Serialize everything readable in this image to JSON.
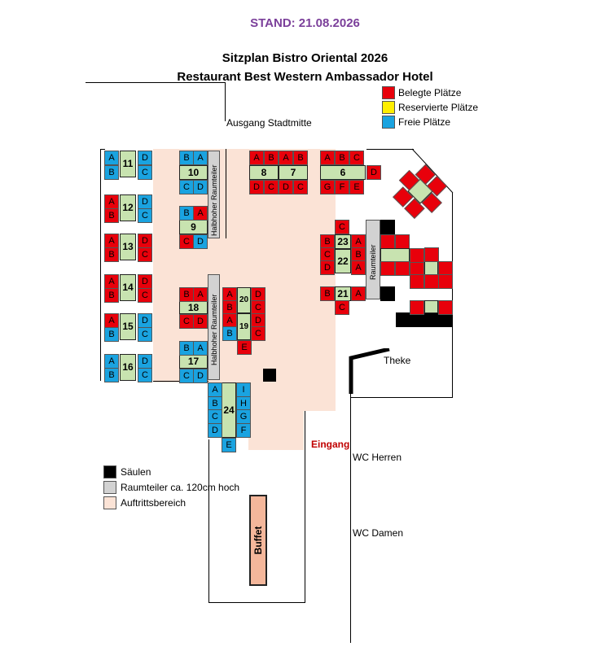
{
  "header": {
    "stand": "STAND: 21.08.2026",
    "title_line1": "Sitzplan Bistro Oriental 2026",
    "title_line2": "Restaurant Best Western Ambassador Hotel"
  },
  "legend_top": [
    {
      "label": "Belegte Plätze",
      "color": "#e8000b"
    },
    {
      "label": "Reservierte Plätze",
      "color": "#ffee00"
    },
    {
      "label": "Freie Plätze",
      "color": "#1aa3e0"
    }
  ],
  "legend_bottom": [
    {
      "label": "Säulen",
      "color": "#000000"
    },
    {
      "label": "Raumteiler ca. 120cm hoch",
      "color": "#d2d2d2"
    },
    {
      "label": "Auftrittsbereich",
      "color": "#fbe3d6"
    }
  ],
  "labels": {
    "ausgang": "Ausgang Stadtmitte",
    "theke": "Theke",
    "eingang": "Eingang",
    "wc_herren": "WC Herren",
    "wc_damen": "WC Damen",
    "buffet": "Buffet",
    "raumteiler": "Raumteiler",
    "halbhoher_1": "Halbhoher Raumteiler",
    "halbhoher_2": "Halbhoher Raumteiler"
  },
  "tables": {
    "t11": {
      "number": "11",
      "seats": [
        {
          "l": "A",
          "s": "blue"
        },
        {
          "l": "B",
          "s": "blue"
        },
        {
          "l": "D",
          "s": "blue"
        },
        {
          "l": "C",
          "s": "blue"
        }
      ]
    },
    "t12": {
      "number": "12",
      "seats": [
        {
          "l": "A",
          "s": "red"
        },
        {
          "l": "B",
          "s": "red"
        },
        {
          "l": "D",
          "s": "blue"
        },
        {
          "l": "C",
          "s": "blue"
        }
      ]
    },
    "t13": {
      "number": "13",
      "seats": [
        {
          "l": "A",
          "s": "red"
        },
        {
          "l": "B",
          "s": "red"
        },
        {
          "l": "D",
          "s": "red"
        },
        {
          "l": "C",
          "s": "red"
        }
      ]
    },
    "t14": {
      "number": "14",
      "seats": [
        {
          "l": "A",
          "s": "red"
        },
        {
          "l": "B",
          "s": "red"
        },
        {
          "l": "D",
          "s": "red"
        },
        {
          "l": "C",
          "s": "red"
        }
      ]
    },
    "t15": {
      "number": "15",
      "seats": [
        {
          "l": "A",
          "s": "red"
        },
        {
          "l": "B",
          "s": "blue"
        },
        {
          "l": "D",
          "s": "blue"
        },
        {
          "l": "C",
          "s": "blue"
        }
      ]
    },
    "t16": {
      "number": "16",
      "seats": [
        {
          "l": "A",
          "s": "blue"
        },
        {
          "l": "B",
          "s": "blue"
        },
        {
          "l": "D",
          "s": "blue"
        },
        {
          "l": "C",
          "s": "blue"
        }
      ]
    },
    "t10": {
      "number": "10",
      "seats": [
        {
          "l": "B",
          "s": "blue"
        },
        {
          "l": "A",
          "s": "blue"
        },
        {
          "l": "C",
          "s": "blue"
        },
        {
          "l": "D",
          "s": "blue"
        }
      ]
    },
    "t9": {
      "number": "9",
      "seats": [
        {
          "l": "B",
          "s": "blue"
        },
        {
          "l": "A",
          "s": "red"
        },
        {
          "l": "C",
          "s": "red"
        },
        {
          "l": "D",
          "s": "blue"
        }
      ]
    },
    "t18": {
      "number": "18",
      "seats": [
        {
          "l": "B",
          "s": "red"
        },
        {
          "l": "A",
          "s": "red"
        },
        {
          "l": "C",
          "s": "red"
        },
        {
          "l": "D",
          "s": "red"
        }
      ]
    },
    "t17": {
      "number": "17",
      "seats": [
        {
          "l": "B",
          "s": "blue"
        },
        {
          "l": "A",
          "s": "blue"
        },
        {
          "l": "C",
          "s": "blue"
        },
        {
          "l": "D",
          "s": "blue"
        }
      ]
    },
    "t8": {
      "number": "8",
      "seats": [
        {
          "l": "A",
          "s": "red"
        },
        {
          "l": "B",
          "s": "red"
        },
        {
          "l": "D",
          "s": "red"
        },
        {
          "l": "C",
          "s": "red"
        }
      ]
    },
    "t7": {
      "number": "7",
      "seats": [
        {
          "l": "A",
          "s": "red"
        },
        {
          "l": "B",
          "s": "red"
        },
        {
          "l": "D",
          "s": "red"
        },
        {
          "l": "C",
          "s": "red"
        }
      ]
    },
    "t6": {
      "number": "6",
      "seats": [
        {
          "l": "A",
          "s": "red"
        },
        {
          "l": "B",
          "s": "red"
        },
        {
          "l": "C",
          "s": "red"
        },
        {
          "l": "G",
          "s": "red"
        },
        {
          "l": "F",
          "s": "red"
        },
        {
          "l": "E",
          "s": "red"
        },
        {
          "l": "D",
          "s": "red"
        }
      ]
    },
    "t20_19": {
      "number_top": "20",
      "number_bottom": "19",
      "seats": [
        {
          "l": "A",
          "s": "red"
        },
        {
          "l": "B",
          "s": "red"
        },
        {
          "l": "A",
          "s": "red"
        },
        {
          "l": "B",
          "s": "blue"
        },
        {
          "l": "D",
          "s": "red"
        },
        {
          "l": "C",
          "s": "red"
        },
        {
          "l": "D",
          "s": "red"
        },
        {
          "l": "C",
          "s": "red"
        },
        {
          "l": "E",
          "s": "red"
        }
      ]
    },
    "t23_22": {
      "number_top": "23",
      "number_bottom": "22",
      "seats": [
        {
          "l": "C",
          "s": "red"
        },
        {
          "l": "B",
          "s": "red"
        },
        {
          "l": "A",
          "s": "red"
        },
        {
          "l": "C",
          "s": "red"
        },
        {
          "l": "D",
          "s": "red"
        },
        {
          "l": "B",
          "s": "red"
        },
        {
          "l": "A",
          "s": "red"
        }
      ]
    },
    "t21": {
      "number": "21",
      "seats": [
        {
          "l": "B",
          "s": "red"
        },
        {
          "l": "A",
          "s": "red"
        },
        {
          "l": "C",
          "s": "red"
        }
      ]
    },
    "t24": {
      "number": "24",
      "seats": [
        {
          "l": "A",
          "s": "blue"
        },
        {
          "l": "B",
          "s": "blue"
        },
        {
          "l": "C",
          "s": "blue"
        },
        {
          "l": "D",
          "s": "blue"
        },
        {
          "l": "I",
          "s": "blue"
        },
        {
          "l": "H",
          "s": "blue"
        },
        {
          "l": "G",
          "s": "blue"
        },
        {
          "l": "F",
          "s": "blue"
        },
        {
          "l": "E",
          "s": "blue"
        }
      ]
    }
  }
}
